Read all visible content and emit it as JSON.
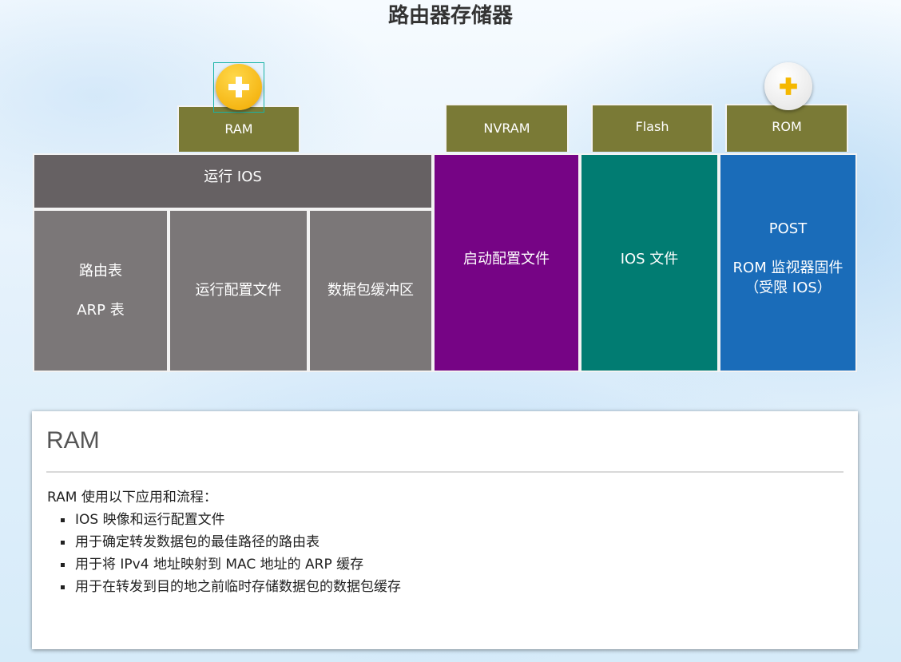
{
  "title": "路由器存储器",
  "tabs": {
    "ram": "RAM",
    "nvram": "NVRAM",
    "flash": "Flash",
    "rom": "ROM"
  },
  "ram": {
    "running_ios": "运行 IOS",
    "routing_table": "路由表",
    "arp_table": "ARP 表",
    "running_config": "运行配置文件",
    "packet_buffer": "数据包缓冲区"
  },
  "nvram": {
    "startup_config": "启动配置文件"
  },
  "flash": {
    "ios_file": "IOS 文件"
  },
  "rom": {
    "post": "POST",
    "monitor": "ROM 监视器固件（受限 IOS）"
  },
  "colors": {
    "tab": "#7a7a36",
    "ram_dark": "#666163",
    "ram_cell": "#7b7778",
    "nvram": "#760485",
    "flash": "#017c72",
    "rom": "#1a6cb9",
    "plus_active": "#f5b800",
    "plus_inactive": "#f3f3f3"
  },
  "panel": {
    "title": "RAM",
    "intro": "RAM 使用以下应用和流程：",
    "items": [
      "IOS 映像和运行配置文件",
      "用于确定转发数据包的最佳路径的路由表",
      "用于将 IPv4 地址映射到 MAC 地址的 ARP 缓存",
      "用于在转发到目的地之前临时存储数据包的数据包缓存"
    ]
  }
}
